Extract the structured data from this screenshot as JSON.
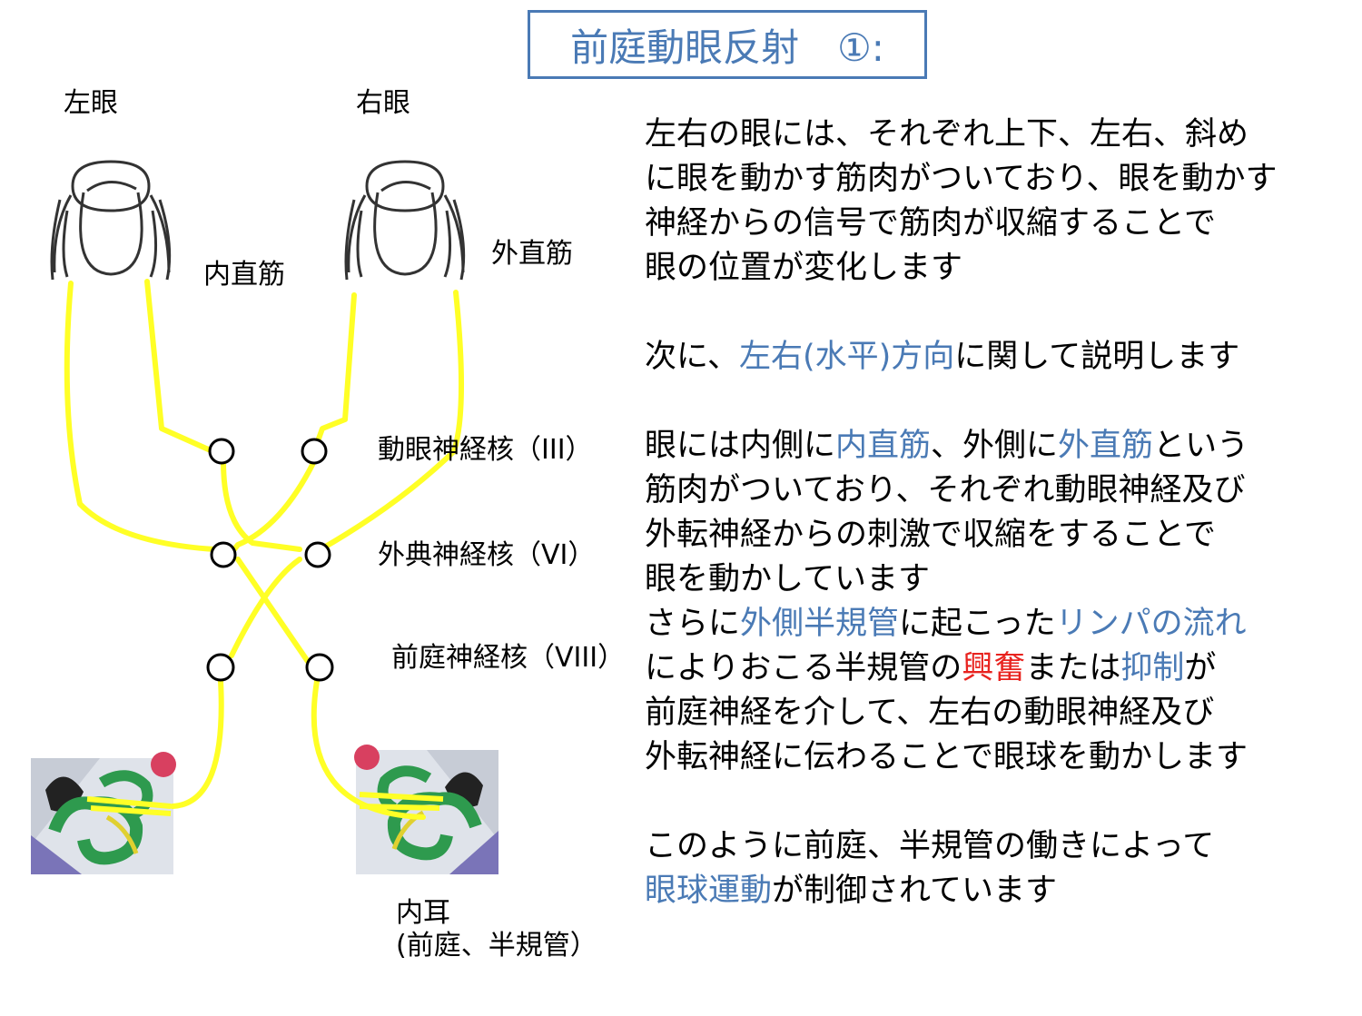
{
  "title": "前庭動眼反射　①:",
  "labels": {
    "left_eye": "左眼",
    "right_eye": "右眼",
    "medial_rectus": "内直筋",
    "lateral_rectus": "外直筋",
    "oculomotor_nucleus": "動眼神経核（III）",
    "abducens_nucleus": "外典神経核（VI）",
    "vestibular_nucleus": "前庭神経核（VIII）",
    "inner_ear_line1": "内耳",
    "inner_ear_line2": "(前庭、半規管）"
  },
  "description": {
    "p1": [
      "左右の眼には、それぞれ上下、左右、斜め",
      "に眼を動かす筋肉がついており、眼を動かす",
      "神経からの信号で筋肉が収縮することで",
      "眼の位置が変化します"
    ],
    "p2": {
      "pre": "次に、",
      "hl": "左右(水平)方向",
      "post": "に関して説明します"
    },
    "p3_l1": {
      "a": "眼には内側に",
      "b": "内直筋",
      "c": "、外側に",
      "d": "外直筋",
      "e": "という"
    },
    "p3_rest": [
      "筋肉がついており、それぞれ動眼神経及び",
      "外転神経からの刺激で収縮をすることで",
      "眼を動かしています"
    ],
    "p4_l1": {
      "a": "さらに",
      "b": "外側半規管",
      "c": "に起こった",
      "d": "リンパの流れ"
    },
    "p4_l2": {
      "a": "によりおこる半規管の",
      "b": "興奮",
      "c": "または",
      "d": "抑制",
      "e": "が"
    },
    "p4_rest": [
      "前庭神経を介して、左右の動眼神経及び",
      "外転神経に伝わることで眼球を動かします"
    ],
    "p5_l1": "このように前庭、半規管の働きによって",
    "p5_l2": {
      "hl": "眼球運動",
      "post": "が制御されています"
    }
  },
  "colors": {
    "accent_blue": "#4a7ab5",
    "highlight_red": "#e8231f",
    "nerve_yellow": "#ffff26",
    "inner_ear_green": "#2e9a4e"
  }
}
